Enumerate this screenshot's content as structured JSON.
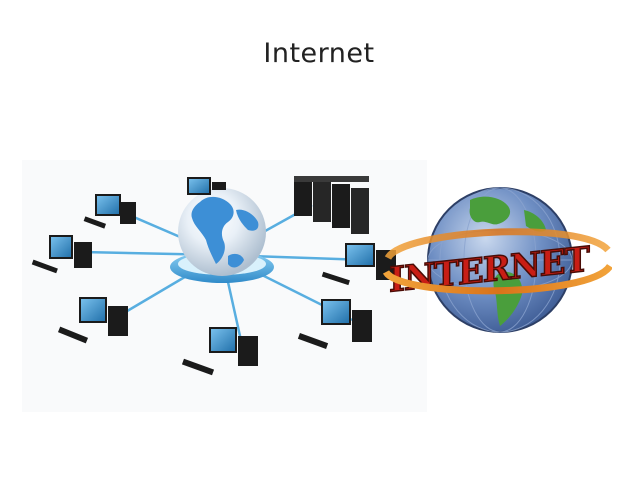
{
  "slide": {
    "title": "Internet"
  },
  "illustrations": {
    "network": {
      "icon": "network-globe-illustration"
    },
    "logo": {
      "icon": "internet-globe-logo",
      "lettering": "INTERNET"
    }
  },
  "colors": {
    "title_text": "#222222",
    "globe_ocean": "#3d8fd6",
    "globe_land": "#ffffff",
    "network_line": "#58aee0",
    "base_ring": "#4fb0e4",
    "computer_body": "#1b1b1b",
    "screen": "#2f8ac9",
    "logo_globe": "#5a7fb8",
    "logo_land": "#4a9e3c",
    "logo_ring": "#e58a1f",
    "logo_text": "#c81e15"
  }
}
